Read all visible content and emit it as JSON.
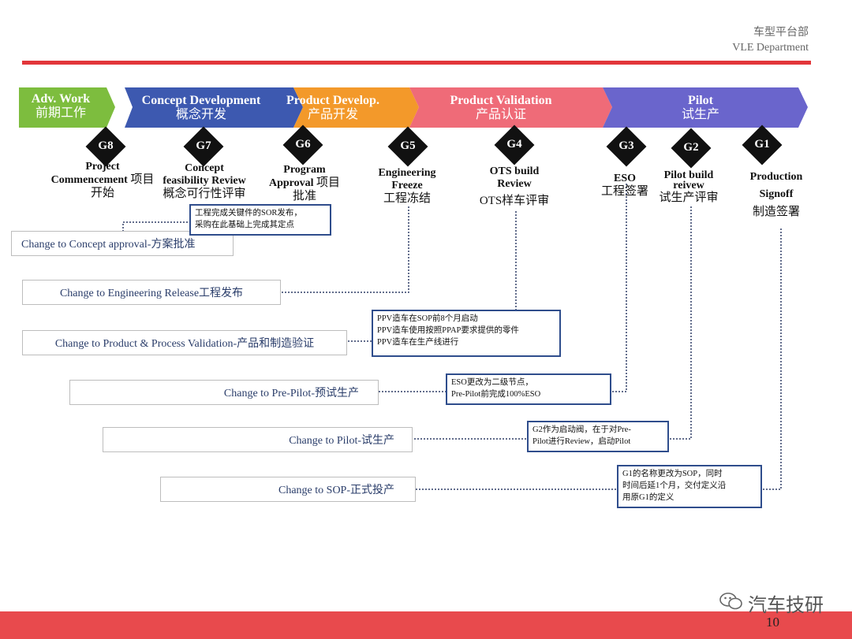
{
  "header": {
    "dept_cn": "车型平台部",
    "dept_en": "VLE Department"
  },
  "phases": [
    {
      "en": "Adv. Work",
      "cn": "前期工作",
      "color": "#7dbd3e"
    },
    {
      "en": "Concept Development",
      "cn": "概念开发",
      "color": "#3d59b0"
    },
    {
      "en": "Product Develop.",
      "cn": "产品开发",
      "color": "#f3992a"
    },
    {
      "en": "Product Validation",
      "cn": "产品认证",
      "color": "#ef6b78"
    },
    {
      "en": "Pilot",
      "cn": "试生产",
      "color": "#6a65cc"
    }
  ],
  "gates": [
    {
      "id": "G8",
      "en1": "Project",
      "en2": "Commencement",
      "cn": "项目开始"
    },
    {
      "id": "G7",
      "en1": "Concept",
      "en2": "feasibility Review",
      "cn": "概念可行性评审"
    },
    {
      "id": "G6",
      "en1": "Program",
      "en2": "Approval",
      "cn": "项目批准"
    },
    {
      "id": "G5",
      "en1": "Engineering",
      "en2": "Freeze",
      "cn": "工程冻结"
    },
    {
      "id": "G4",
      "en1": "OTS build",
      "en2": "Review",
      "cn": "OTS样车评审"
    },
    {
      "id": "G3",
      "en1": "ESO",
      "en2": "",
      "cn": "工程签署"
    },
    {
      "id": "G2",
      "en1": "Pilot build",
      "en2": "reivew",
      "cn": "试生产评审"
    },
    {
      "id": "G1",
      "en1": "Production",
      "en2": "Signoff",
      "cn": "制造签署"
    }
  ],
  "changes": [
    "Change to Concept approval-方案批准",
    "Change to Engineering Release工程发布",
    "Change to Product & Process Validation-产品和制造验证",
    "Change to Pre-Pilot-预试生产",
    "Change to Pilot-试生产",
    "Change to SOP-正式投产"
  ],
  "notes": {
    "g7_line1": "工程完成关键件的SOR发布，",
    "g7_line2": "采购在此基础上完成其定点",
    "g4_line1": "PPV造车在SOP前8个月启动",
    "g4_line2": "PPV造车使用按照PPAP要求提供的零件",
    "g4_line3": "PPV造车在生产线进行",
    "g3_line1": "ESO更改为二级节点，",
    "g3_line2": "Pre-Pilot前完成100%ESO",
    "g2_line1": "G2作为启动阀，在于对Pre-",
    "g2_line2": "Pilot进行Review，启动Pilot",
    "g1_line1": "G1的名称更改为SOP，同时",
    "g1_line2": "时间后延1个月，交付定义沿",
    "g1_line3": "用原G1的定义"
  },
  "footer": {
    "page": "10",
    "watermark": "汽车技研"
  }
}
